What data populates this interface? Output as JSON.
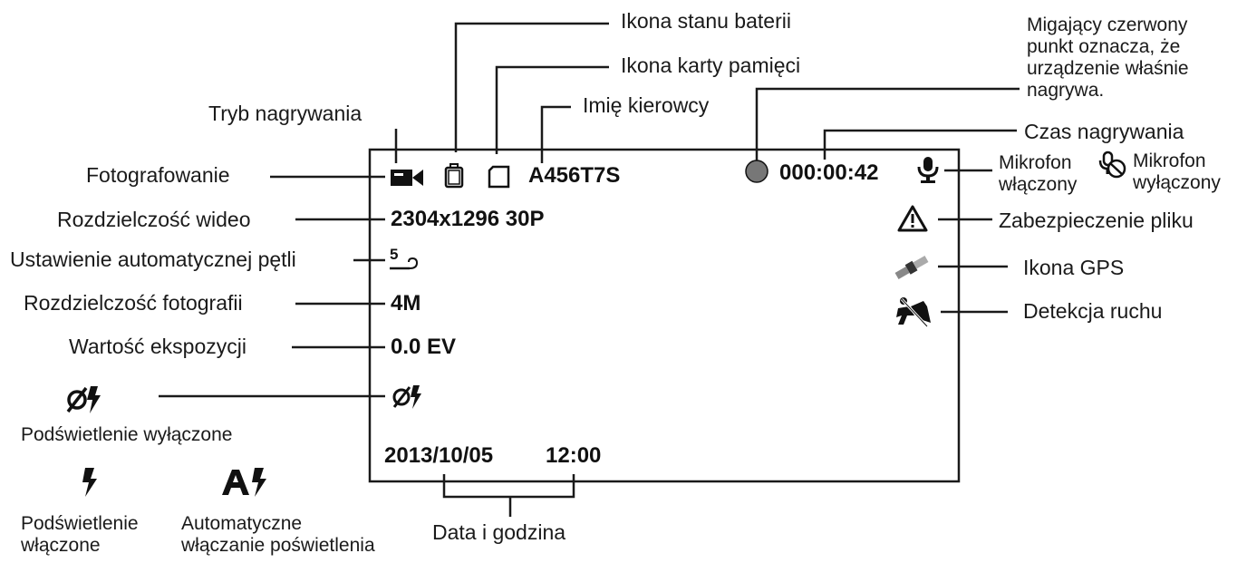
{
  "screen": {
    "driver_name": "A456T7S",
    "rec_time": "000:00:42",
    "video_res": "2304x1296 30P",
    "loop_setting": "5",
    "photo_res": "4M",
    "exposure": "0.0 EV",
    "date": "2013/10/05",
    "time": "12:00"
  },
  "labels": {
    "battery": "Ikona stanu baterii",
    "memory_card": "Ikona karty pamięci",
    "driver_name": "Imię kierowcy",
    "recording_mode": "Tryb nagrywania",
    "blinking_dot": "Migający czerwony\npunkt oznacza, że\nurządzenie właśnie\nnagrywa.",
    "rec_time": "Czas nagrywania",
    "photographing": "Fotografowanie",
    "mic_on": "Mikrofon\nwłączony",
    "mic_off": "Mikrofon\nwyłączony",
    "video_res": "Rozdzielczość wideo",
    "file_protect": "Zabezpieczenie pliku",
    "auto_loop": "Ustawienie automatycznej pętli",
    "gps": "Ikona GPS",
    "photo_res": "Rozdzielczość fotografii",
    "motion": "Detekcja ruchu",
    "exposure": "Wartość ekspozycji",
    "backlight_off": "Podświetlenie wyłączone",
    "backlight_on": "Podświetlenie\nwłączone",
    "auto_backlight": "Automatyczne\nwłączanie poświetlenia",
    "datetime": "Data i godzina"
  },
  "icons": {
    "camera": "video-camera-icon",
    "battery": "battery-icon",
    "card": "memory-card-icon",
    "rec_dot": "recording-dot-icon",
    "mic": "microphone-icon",
    "mic_off": "microphone-off-icon",
    "protect": "warning-triangle-icon",
    "gps": "satellite-icon",
    "motion": "motion-detection-icon",
    "flash_off": "flash-off-icon",
    "flash_on": "flash-on-icon",
    "flash_auto": "flash-auto-icon"
  },
  "colors": {
    "line": "#1a1a1a",
    "rec_dot": "#777777"
  }
}
